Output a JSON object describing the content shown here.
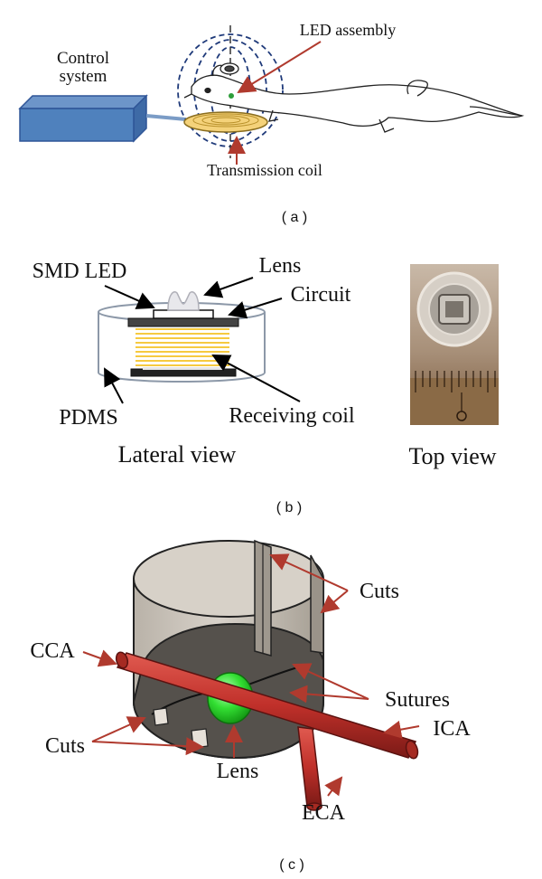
{
  "panel_a": {
    "control_system": [
      "Control",
      "system"
    ],
    "led_assembly": "LED assembly",
    "transmission_coil": "Transmission coil",
    "caption": "( a )"
  },
  "panel_b": {
    "smd_led": "SMD LED",
    "lens": "Lens",
    "circuit": "Circuit",
    "pdms": "PDMS",
    "receiving_coil": "Receiving coil",
    "lateral_view": "Lateral view",
    "top_view": "Top view",
    "caption": "( b )"
  },
  "panel_c": {
    "cuts_top": "Cuts",
    "cca": "CCA",
    "sutures": "Sutures",
    "ica": "ICA",
    "cuts_left": "Cuts",
    "lens": "Lens",
    "eca": "ECA",
    "caption": "( c )"
  },
  "colors": {
    "box_blue": "#4f81bd",
    "coil_yellow": "#f4d27a",
    "arrow_red": "#b03a2e",
    "device_gray": "#cfc9c0",
    "vessel_red": "#c0302a",
    "lens_green": "#33e033"
  }
}
